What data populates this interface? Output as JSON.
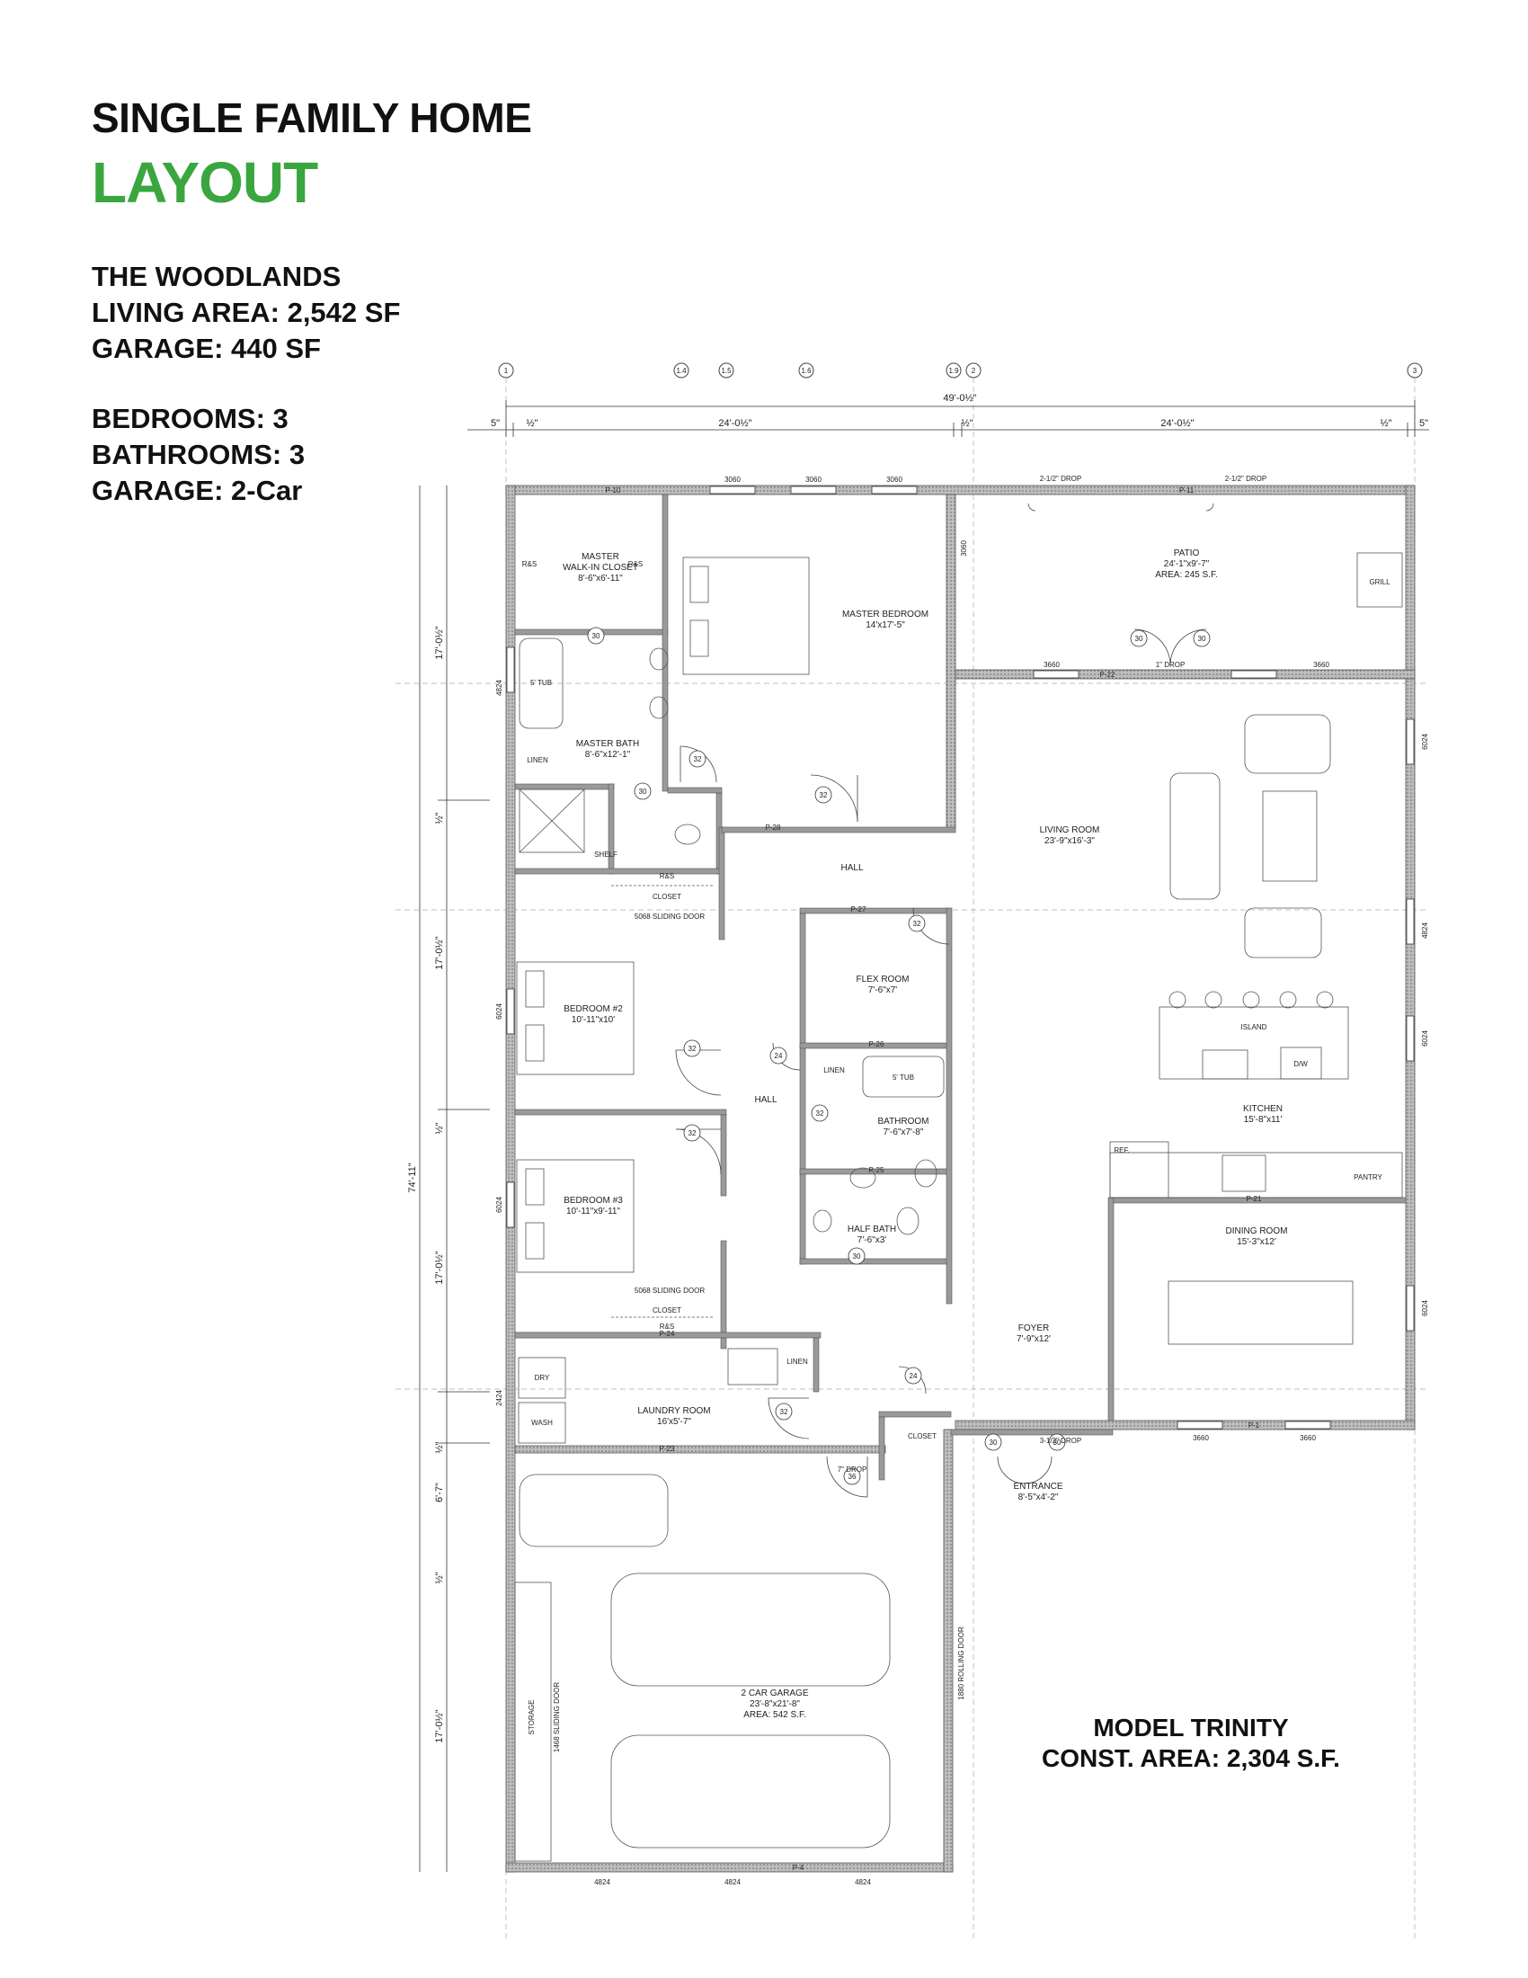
{
  "header": {
    "title": "SINGLE FAMILY HOME",
    "subtitle": "LAYOUT"
  },
  "info": {
    "community": "THE WOODLANDS",
    "living_area": "LIVING AREA:  2,542 SF",
    "garage_area": "GARAGE:  440 SF",
    "bedrooms": "BEDROOMS:  3",
    "bathrooms": "BATHROOMS:  3",
    "garage_type": "GARAGE:  2-Car"
  },
  "model": {
    "name": "MODEL TRINITY",
    "area": "CONST. AREA: 2,304 S.F."
  },
  "colors": {
    "accent": "#3aa63f",
    "wall": "#6f6f6f",
    "line": "#333333"
  },
  "grid_labels": {
    "top": [
      "1",
      "1.4",
      "1.5",
      "1.6",
      "1.9",
      "2",
      "3"
    ]
  },
  "dims": {
    "overall": "49'-0½\"",
    "left_off": "5\"",
    "half1": "½\"",
    "span1": "24'-0½\"",
    "half2": "½\"",
    "span2": "24'-0½\"",
    "half3": "½\"",
    "right_off": "5\"",
    "v1": "17'-0½\"",
    "v2": "½\"",
    "v3": "17'-0½\"",
    "v4": "½\"",
    "v5": "17'-0½\"",
    "v6": "½\"",
    "v7": "6'-7\"",
    "v8": "½\"",
    "v9": "17'-0½\"",
    "total_v": "74'-11\""
  },
  "rooms": {
    "walkin": {
      "l1": "MASTER",
      "l2": "WALK-IN CLOSET",
      "l3": "8'-6\"x6'-11\""
    },
    "master_bed": {
      "l1": "MASTER BEDROOM",
      "l2": "14'x17'-5\""
    },
    "patio": {
      "l1": "PATIO",
      "l2": "24'-1\"x9'-7\"",
      "l3": "AREA: 245 S.F."
    },
    "master_bath": {
      "l1": "MASTER BATH",
      "l2": "8'-6\"x12'-1\""
    },
    "living": {
      "l1": "LIVING ROOM",
      "l2": "23'-9\"x16'-3\""
    },
    "bed2": {
      "l1": "BEDROOM #2",
      "l2": "10'-11\"x10'"
    },
    "flex": {
      "l1": "FLEX ROOM",
      "l2": "7'-6\"x7'"
    },
    "bathroom": {
      "l1": "BATHROOM",
      "l2": "7'-6\"x7'-8\""
    },
    "half_bath": {
      "l1": "HALF BATH",
      "l2": "7'-6\"x3'"
    },
    "kitchen": {
      "l1": "KITCHEN",
      "l2": "15'-8\"x11'"
    },
    "bed3": {
      "l1": "BEDROOM #3",
      "l2": "10'-11\"x9'-11\""
    },
    "dining": {
      "l1": "DINING ROOM",
      "l2": "15'-3\"x12'"
    },
    "foyer": {
      "l1": "FOYER",
      "l2": "7'-9\"x12'"
    },
    "laundry": {
      "l1": "LAUNDRY ROOM",
      "l2": "16'x5'-7\""
    },
    "entrance": {
      "l1": "ENTRANCE",
      "l2": "8'-5\"x4'-2\""
    },
    "garage": {
      "l1": "2 CAR GARAGE",
      "l2": "23'-8\"x21'-8\"",
      "l3": "AREA: 542 S.F."
    }
  },
  "labels": {
    "hall1": "HALL",
    "hall2": "HALL",
    "linen1": "LINEN",
    "linen2": "LINEN",
    "linen3": "LINEN",
    "shelf": "SHELF",
    "closet1": "CLOSET",
    "closet2": "CLOSET",
    "closet3": "CLOSET",
    "rs1": "R&S",
    "rs2": "R&S",
    "rs3": "R&S",
    "rs4": "R&S",
    "sliding1": "5068 SLIDING DOOR",
    "sliding2": "5068 SLIDING DOOR",
    "tub1": "5' TUB",
    "tub2": "5' TUB",
    "island": "ISLAND",
    "dw": "D/W",
    "ref": "REF.",
    "pantry": "PANTRY",
    "grill": "GRILL",
    "dry": "DRY",
    "wash": "WASH",
    "storage": "STORAGE",
    "sliding_door": "1468 SLIDING DOOR",
    "rolling_door": "1880 ROLLING DOOR",
    "drop1": "2-1/2\" DROP",
    "drop2": "2-1/2\" DROP",
    "drop3": "1\" DROP",
    "drop4": "7\" DROP",
    "drop5": "3-1/2\" DROP",
    "w3060a": "3060",
    "w3060b": "3060",
    "w3060c": "3060",
    "w3060d": "3060",
    "w3660a": "3660",
    "w3660b": "3660",
    "w3660c": "3660",
    "w3660d": "3660",
    "w4824a": "4824",
    "w4824b": "4824",
    "w4824c": "4824",
    "w4824d": "4824",
    "w4824e": "4824",
    "w6024a": "6024",
    "w6024b": "6024",
    "w6024c": "6024",
    "w6024d": "6024",
    "w6024e": "6024",
    "w2424": "2424",
    "p10": "P-10",
    "p11": "P-11",
    "p22": "P-22",
    "p28": "P-28",
    "p27": "P-27",
    "p26": "P-26",
    "p25": "P-25",
    "p21": "P-21",
    "p24": "P-24",
    "p23": "P-23",
    "p1": "P-1",
    "p4": "P-4",
    "d30": "30",
    "d32": "32",
    "d24": "24",
    "d36": "36"
  }
}
